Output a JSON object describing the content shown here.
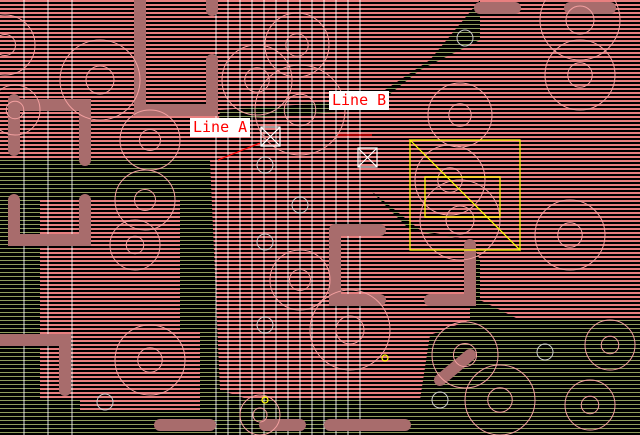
{
  "view": {
    "type": "pcb-layout-editor"
  },
  "colors": {
    "background": "#000000",
    "copper_red_stripes": "#f08a8a",
    "plane_stripes": "#8f9c5c",
    "trace": "#a86c6c",
    "grid": "#ffffff",
    "highlight": "#ffff00",
    "measure": "#ff0000"
  },
  "annotations": [
    {
      "id": "line-a",
      "label": "Line A"
    },
    {
      "id": "line-b",
      "label": "Line B"
    }
  ]
}
